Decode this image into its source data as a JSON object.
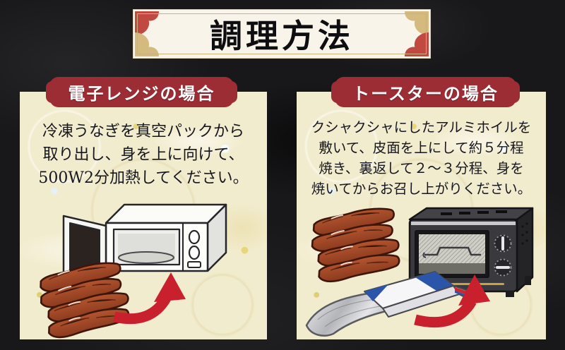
{
  "title": {
    "text": "調理方法"
  },
  "colors": {
    "background": "#18181a",
    "banner_bg": "#f8f4ea",
    "banner_border_line": "#c9b27c",
    "corner_red": "#c04a41",
    "corner_tan": "#d5ba80",
    "ribbon_red": "#9d2d35",
    "panel_bg": "#f2ecce",
    "body_text": "#16161e",
    "arrow_red": "#c8202d"
  },
  "panels": [
    {
      "id": "microwave",
      "header": "電子レンジの場合",
      "lines": [
        "冷凍うなぎを真空パックから",
        "取り出し、身を上に向けて、",
        "500W2分加熱してください。"
      ],
      "illustration": "microwave-oven-unagi-red-arrow"
    },
    {
      "id": "toaster",
      "header": "トースターの場合",
      "lines": [
        "クシャクシャにしたアルミホイルを",
        "敷いて、皮面を上にして約５分程",
        "焼き、裏返して２～３分程、身を",
        "焼いてからお召し上がりください。"
      ],
      "illustration": "toaster-oven-unagi-foil-red-arrow"
    }
  ]
}
